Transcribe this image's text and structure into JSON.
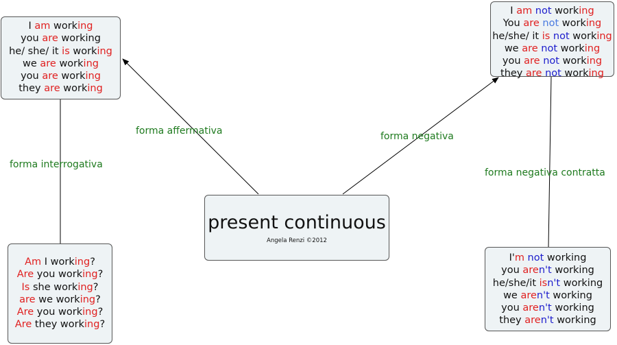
{
  "colors": {
    "red": "#e02020",
    "blue": "#1c1ccc",
    "lightblue": "#4a7ae0",
    "black": "#111111",
    "green": "#1e7a1e"
  },
  "center": {
    "title": "present continuous",
    "subtitle": "Angela Renzi ©2012"
  },
  "links": {
    "affirmative": "forma affermativa",
    "negative": "forma negativa",
    "interrogative": "forma interrogativa",
    "contracted": "forma negativa contratta"
  },
  "boxes": {
    "affirmative": [
      [
        [
          "I ",
          "black"
        ],
        [
          "am",
          "red"
        ],
        [
          " work",
          "black"
        ],
        [
          "ing",
          "red"
        ]
      ],
      [
        [
          "you ",
          "black"
        ],
        [
          "are",
          "red"
        ],
        [
          " working",
          "black"
        ]
      ],
      [
        [
          "he/ she/ it ",
          "black"
        ],
        [
          "is",
          "red"
        ],
        [
          " work",
          "black"
        ],
        [
          "ing",
          "red"
        ]
      ],
      [
        [
          "we ",
          "black"
        ],
        [
          "are",
          "red"
        ],
        [
          " work",
          "black"
        ],
        [
          "ing",
          "red"
        ]
      ],
      [
        [
          "you ",
          "black"
        ],
        [
          "are",
          "red"
        ],
        [
          " work",
          "black"
        ],
        [
          "ing",
          "red"
        ]
      ],
      [
        [
          "they ",
          "black"
        ],
        [
          "are",
          "red"
        ],
        [
          " work",
          "black"
        ],
        [
          "ing",
          "red"
        ]
      ]
    ],
    "negative": [
      [
        [
          "I ",
          "black"
        ],
        [
          "am",
          "red"
        ],
        [
          " not",
          "blue"
        ],
        [
          " work",
          "black"
        ],
        [
          "ing",
          "red"
        ]
      ],
      [
        [
          "You ",
          "black"
        ],
        [
          "are",
          "red"
        ],
        [
          " not",
          "lightblue"
        ],
        [
          " work",
          "black"
        ],
        [
          "ing",
          "red"
        ]
      ],
      [
        [
          "he/she/ it ",
          "black"
        ],
        [
          "is",
          "red"
        ],
        [
          " not",
          "blue"
        ],
        [
          " work",
          "black"
        ],
        [
          "ing",
          "red"
        ]
      ],
      [
        [
          "we ",
          "black"
        ],
        [
          "are",
          "red"
        ],
        [
          " not",
          "blue"
        ],
        [
          " work",
          "black"
        ],
        [
          "ing",
          "red"
        ]
      ],
      [
        [
          "you ",
          "black"
        ],
        [
          "are",
          "red"
        ],
        [
          " not",
          "blue"
        ],
        [
          " work",
          "black"
        ],
        [
          "ing",
          "red"
        ]
      ],
      [
        [
          "they ",
          "black"
        ],
        [
          "are",
          "red"
        ],
        [
          " not",
          "blue"
        ],
        [
          " work",
          "black"
        ],
        [
          "ing",
          "red"
        ]
      ]
    ],
    "interrogative": [
      [
        [
          "Am",
          "red"
        ],
        [
          " I work",
          "black"
        ],
        [
          "ing",
          "red"
        ],
        [
          "?",
          "black"
        ]
      ],
      [
        [
          "Are",
          "red"
        ],
        [
          " you work",
          "black"
        ],
        [
          "ing",
          "red"
        ],
        [
          "?",
          "black"
        ]
      ],
      [
        [
          "Is",
          "red"
        ],
        [
          " she work",
          "black"
        ],
        [
          "ing",
          "red"
        ],
        [
          "?",
          "black"
        ]
      ],
      [
        [
          "are",
          "red"
        ],
        [
          " we work",
          "black"
        ],
        [
          "ing",
          "red"
        ],
        [
          "?",
          "black"
        ]
      ],
      [
        [
          "Are",
          "red"
        ],
        [
          " you work",
          "black"
        ],
        [
          "ing",
          "red"
        ],
        [
          "?",
          "black"
        ]
      ],
      [
        [
          "Are",
          "red"
        ],
        [
          " they work",
          "black"
        ],
        [
          "ing",
          "red"
        ],
        [
          "?",
          "black"
        ]
      ]
    ],
    "contracted": [
      [
        [
          "I'",
          "black"
        ],
        [
          "m",
          "red"
        ],
        [
          " not",
          "blue"
        ],
        [
          " working",
          "black"
        ]
      ],
      [
        [
          "you ",
          "black"
        ],
        [
          "are",
          "red"
        ],
        [
          "n't",
          "blue"
        ],
        [
          " working",
          "black"
        ]
      ],
      [
        [
          "he/she/it ",
          "black"
        ],
        [
          "is",
          "red"
        ],
        [
          "n't",
          "blue"
        ],
        [
          " working",
          "black"
        ]
      ],
      [
        [
          "we ",
          "black"
        ],
        [
          "are",
          "red"
        ],
        [
          "n't",
          "blue"
        ],
        [
          " working",
          "black"
        ]
      ],
      [
        [
          "you ",
          "black"
        ],
        [
          "are",
          "red"
        ],
        [
          "n't",
          "blue"
        ],
        [
          " working",
          "black"
        ]
      ],
      [
        [
          "they ",
          "black"
        ],
        [
          "are",
          "red"
        ],
        [
          "n't",
          "blue"
        ],
        [
          " working",
          "black"
        ]
      ]
    ]
  }
}
